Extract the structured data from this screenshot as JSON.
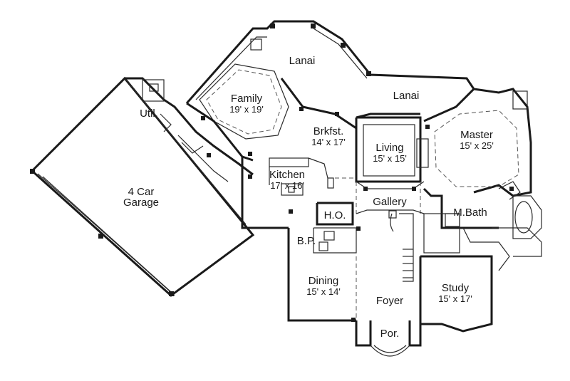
{
  "rooms": {
    "lanai_upper": {
      "name": "Lanai"
    },
    "lanai_lower": {
      "name": "Lanai"
    },
    "family": {
      "name": "Family",
      "dims": "19' x 19'"
    },
    "util": {
      "name": "Util."
    },
    "brkfst": {
      "name": "Brkfst.",
      "dims": "14' x 17'"
    },
    "living": {
      "name": "Living",
      "dims": "15' x 15'"
    },
    "master": {
      "name": "Master",
      "dims": "15' x 25'"
    },
    "kitchen": {
      "name": "Kitchen",
      "dims": "17' x 16'"
    },
    "garage": {
      "name": "4 Car",
      "name2": "Garage"
    },
    "gallery": {
      "name": "Gallery"
    },
    "ho": {
      "name": "H.O."
    },
    "mbath": {
      "name": "M.Bath"
    },
    "bp": {
      "name": "B.P."
    },
    "dining": {
      "name": "Dining",
      "dims": "15' x 14'"
    },
    "foyer": {
      "name": "Foyer"
    },
    "study": {
      "name": "Study",
      "dims": "15' x 17'"
    },
    "por": {
      "name": "Por."
    }
  }
}
